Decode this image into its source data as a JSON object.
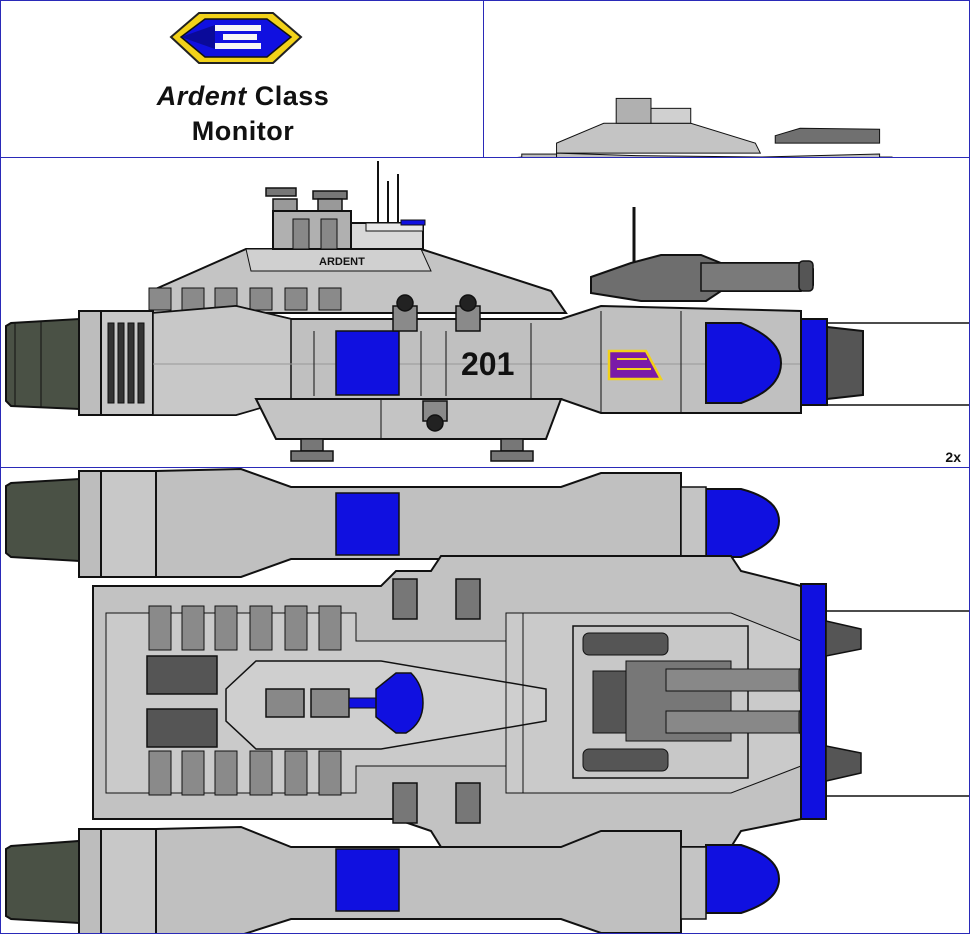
{
  "title": {
    "class_name": "Ardent",
    "class_word": "Class",
    "type_word": "Monitor"
  },
  "hull_markings": {
    "registry": "201",
    "name_plate": "ARDENT"
  },
  "scale_label": "2x",
  "colors": {
    "panel_border": "#2a2ab8",
    "hull": "#c0c0c0",
    "hull_light": "#d4d4d4",
    "hull_dark": "#808080",
    "engine": "#555f50",
    "accent_blue": "#1010e0",
    "emblem_purple": "#7a1aa8",
    "emblem_yellow": "#f2d21a"
  },
  "icons": {
    "faction": "emblem-icon"
  }
}
